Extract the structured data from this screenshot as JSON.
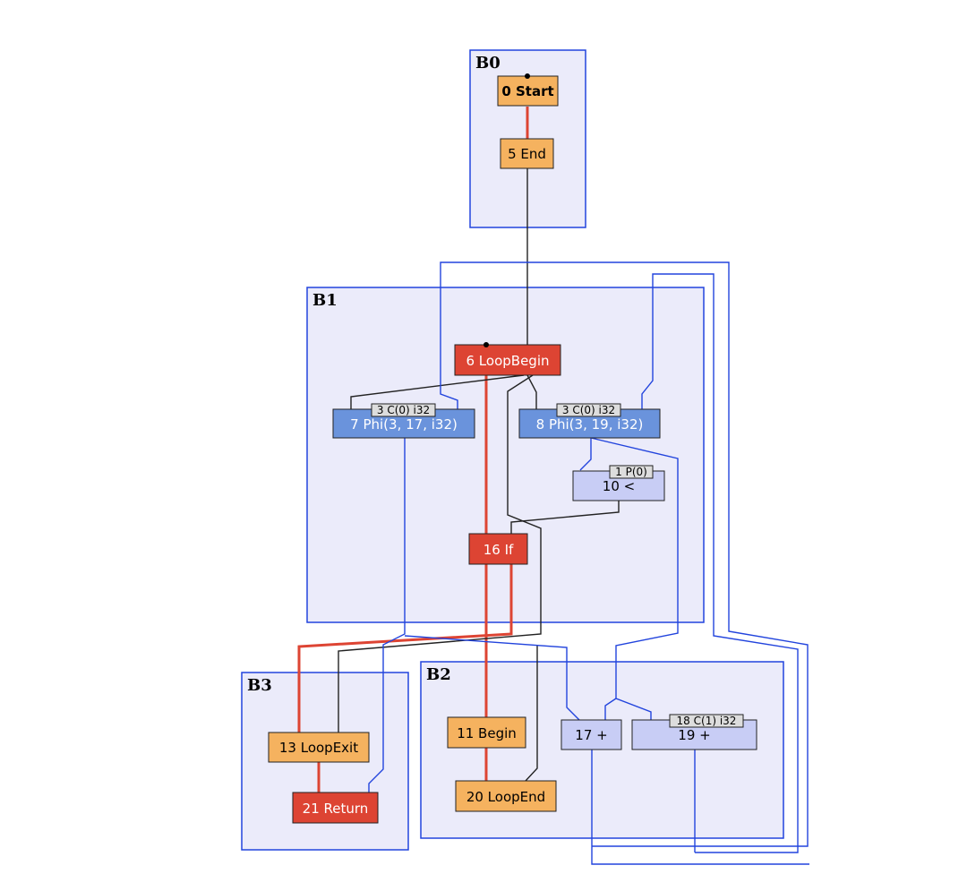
{
  "colors": {
    "block_fill": "#ebebfa",
    "block_stroke": "#2244dd",
    "control_node": "#f5b25f",
    "control_edge": "#dd4433",
    "loop_node": "#dd4433",
    "phi_node": "#6a93dc",
    "op_node": "#c8cdf5",
    "const_tag": "#dddddd",
    "data_edge": "#2244dd",
    "other_edge": "#222222"
  },
  "blocks": [
    {
      "id": "B0",
      "label": "B0"
    },
    {
      "id": "B1",
      "label": "B1"
    },
    {
      "id": "B2",
      "label": "B2"
    },
    {
      "id": "B3",
      "label": "B3"
    }
  ],
  "nodes": [
    {
      "id": "n0",
      "label": "0 Start",
      "kind": "start"
    },
    {
      "id": "n5",
      "label": "5 End",
      "kind": "control"
    },
    {
      "id": "n6",
      "label": "6 LoopBegin",
      "kind": "loop"
    },
    {
      "id": "n7",
      "label": "7 Phi(3, 17, i32)",
      "kind": "phi"
    },
    {
      "id": "n8",
      "label": "8 Phi(3, 19, i32)",
      "kind": "phi"
    },
    {
      "id": "n10",
      "label": "10 <",
      "kind": "op"
    },
    {
      "id": "n16",
      "label": "16 If",
      "kind": "loop"
    },
    {
      "id": "n11",
      "label": "11 Begin",
      "kind": "control"
    },
    {
      "id": "n20",
      "label": "20 LoopEnd",
      "kind": "control"
    },
    {
      "id": "n17",
      "label": "17 +",
      "kind": "op"
    },
    {
      "id": "n19",
      "label": "19 +",
      "kind": "op"
    },
    {
      "id": "n13",
      "label": "13 LoopExit",
      "kind": "control"
    },
    {
      "id": "n21",
      "label": "21 Return",
      "kind": "loop"
    }
  ],
  "const_tags": [
    {
      "id": "c7",
      "label": "3 C(0) i32"
    },
    {
      "id": "c8",
      "label": "3 C(0) i32"
    },
    {
      "id": "c10",
      "label": "1 P(0)"
    },
    {
      "id": "c19",
      "label": "18 C(1) i32"
    }
  ]
}
